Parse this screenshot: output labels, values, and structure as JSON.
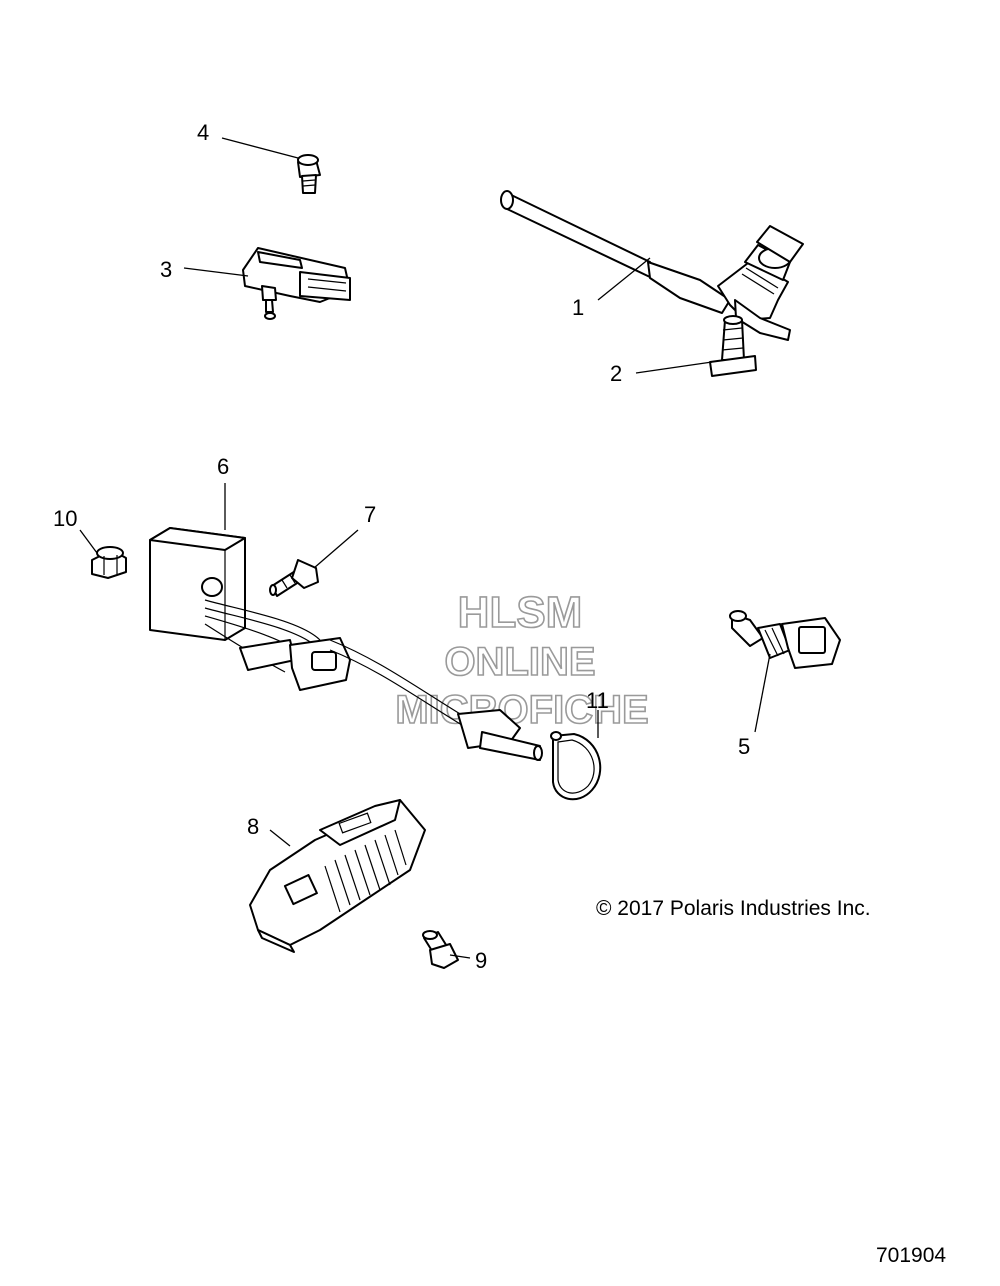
{
  "callouts": [
    "1",
    "2",
    "3",
    "4",
    "5",
    "6",
    "7",
    "8",
    "9",
    "10",
    "11"
  ],
  "watermark": {
    "line1": "HLSM",
    "line2": "ONLINE",
    "line3": "MICROFICHE",
    "color": "#9a9a9a"
  },
  "copyright": "© 2017 Polaris Industries Inc.",
  "diagram_number": "701904",
  "icons": [
    "crankshaft-position-sensor",
    "flange-bolt",
    "map-sensor",
    "temperature-sensor",
    "control-module",
    "voltage-regulator",
    "flange-nut",
    "gasket-seal"
  ]
}
